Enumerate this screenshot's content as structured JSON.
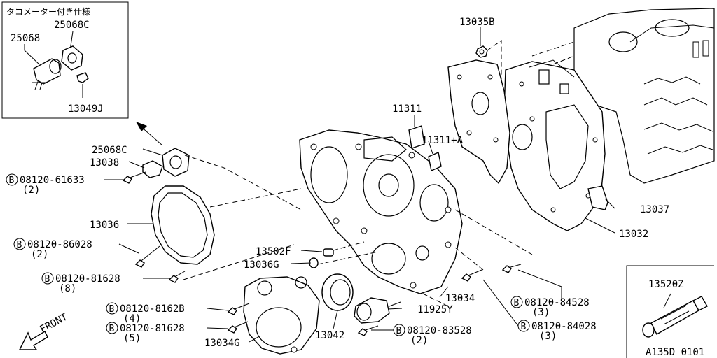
{
  "inset_top": {
    "title": "タコメーター付き仕様",
    "labels": {
      "sensor": "25068",
      "gasket": "25068C",
      "clip": "13049J"
    }
  },
  "inset_bottom": {
    "label": "13520Z"
  },
  "diagram_id": "A135D 0101",
  "front_label": "FRONT",
  "bolt_prefix": "B",
  "labels": {
    "p13035B": "13035B",
    "p11311": "11311",
    "p11311A": "11311+A",
    "p25068C": "25068C",
    "p13038": "13038",
    "p13036": "13036",
    "p13037": "13037",
    "p13032": "13032",
    "p13502F": "13502F",
    "p13036G": "13036G",
    "p13034": "13034",
    "p11925Y": "11925Y",
    "p13042": "13042",
    "p13034G": "13034G"
  },
  "bolts": {
    "b61633": {
      "part": "08120-61633",
      "qty": "(2)"
    },
    "b86028": {
      "part": "08120-86028",
      "qty": "(2)"
    },
    "b81628a": {
      "part": "08120-81628",
      "qty": "(8)"
    },
    "b8162B": {
      "part": "08120-8162B",
      "qty": "(4)"
    },
    "b81628b": {
      "part": "08120-81628",
      "qty": "(5)"
    },
    "b83528": {
      "part": "08120-83528",
      "qty": "(2)"
    },
    "b84528": {
      "part": "08120-84528",
      "qty": "(3)"
    },
    "b84028": {
      "part": "08120-84028",
      "qty": "(3)"
    }
  }
}
